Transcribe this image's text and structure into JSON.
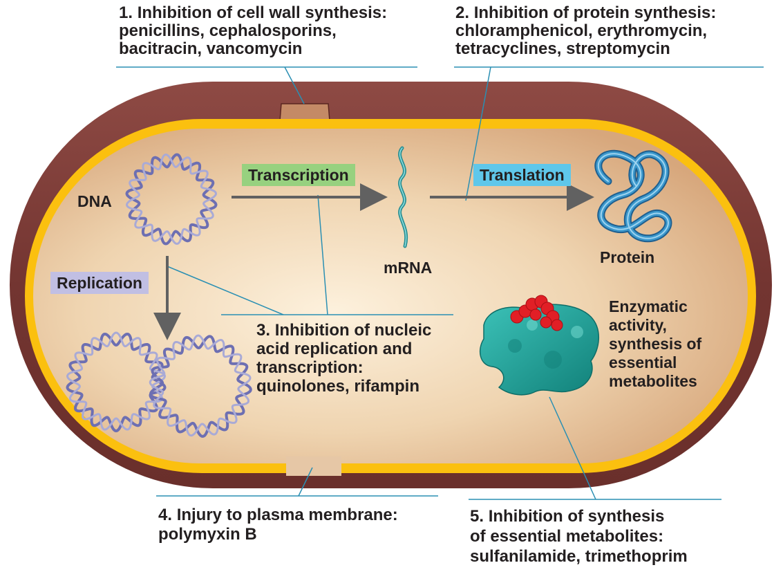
{
  "labels": {
    "dna": "DNA",
    "mrna": "mRNA",
    "protein": "Protein",
    "transcription": "Transcription",
    "translation": "Translation",
    "replication": "Replication",
    "enzyme": [
      "Enzymatic",
      "activity,",
      "synthesis of",
      "essential",
      "metabolites"
    ]
  },
  "captions": [
    {
      "number": "1.",
      "lines": [
        "Inhibition of cell wall synthesis:",
        "penicillins, cephalosporins,",
        "bacitracin, vancomycin"
      ]
    },
    {
      "number": "2.",
      "lines": [
        "Inhibition of protein synthesis:",
        "chloramphenicol, erythromycin,",
        "tetracyclines, streptomycin"
      ]
    },
    {
      "number": "3.",
      "lines": [
        "Inhibition of nucleic",
        "acid replication and",
        "transcription:",
        "quinolones, rifampin"
      ]
    },
    {
      "number": "4.",
      "lines": [
        "Injury to plasma membrane:",
        "polymyxin B"
      ]
    },
    {
      "number": "5.",
      "lines": [
        "Inhibition of synthesis",
        "of essential metabolites:",
        "sulfanilamide, trimethoprim"
      ]
    }
  ],
  "colors": {
    "cell_wall": "#7a3a36",
    "membrane": "#fbc00f",
    "cytoplasm": "#e8c9a6",
    "transcription_tag": "#97d17f",
    "translation_tag": "#5fc7ea",
    "replication_tag": "#c1bfe3",
    "leader_line": "#2a8fb3",
    "arrow": "#616161",
    "dna": "#6d6fb2",
    "mrna": "#3aa7ab",
    "protein": "#2d7fb4",
    "enzyme": "#1ea39b",
    "substrate": "#e11f26"
  }
}
